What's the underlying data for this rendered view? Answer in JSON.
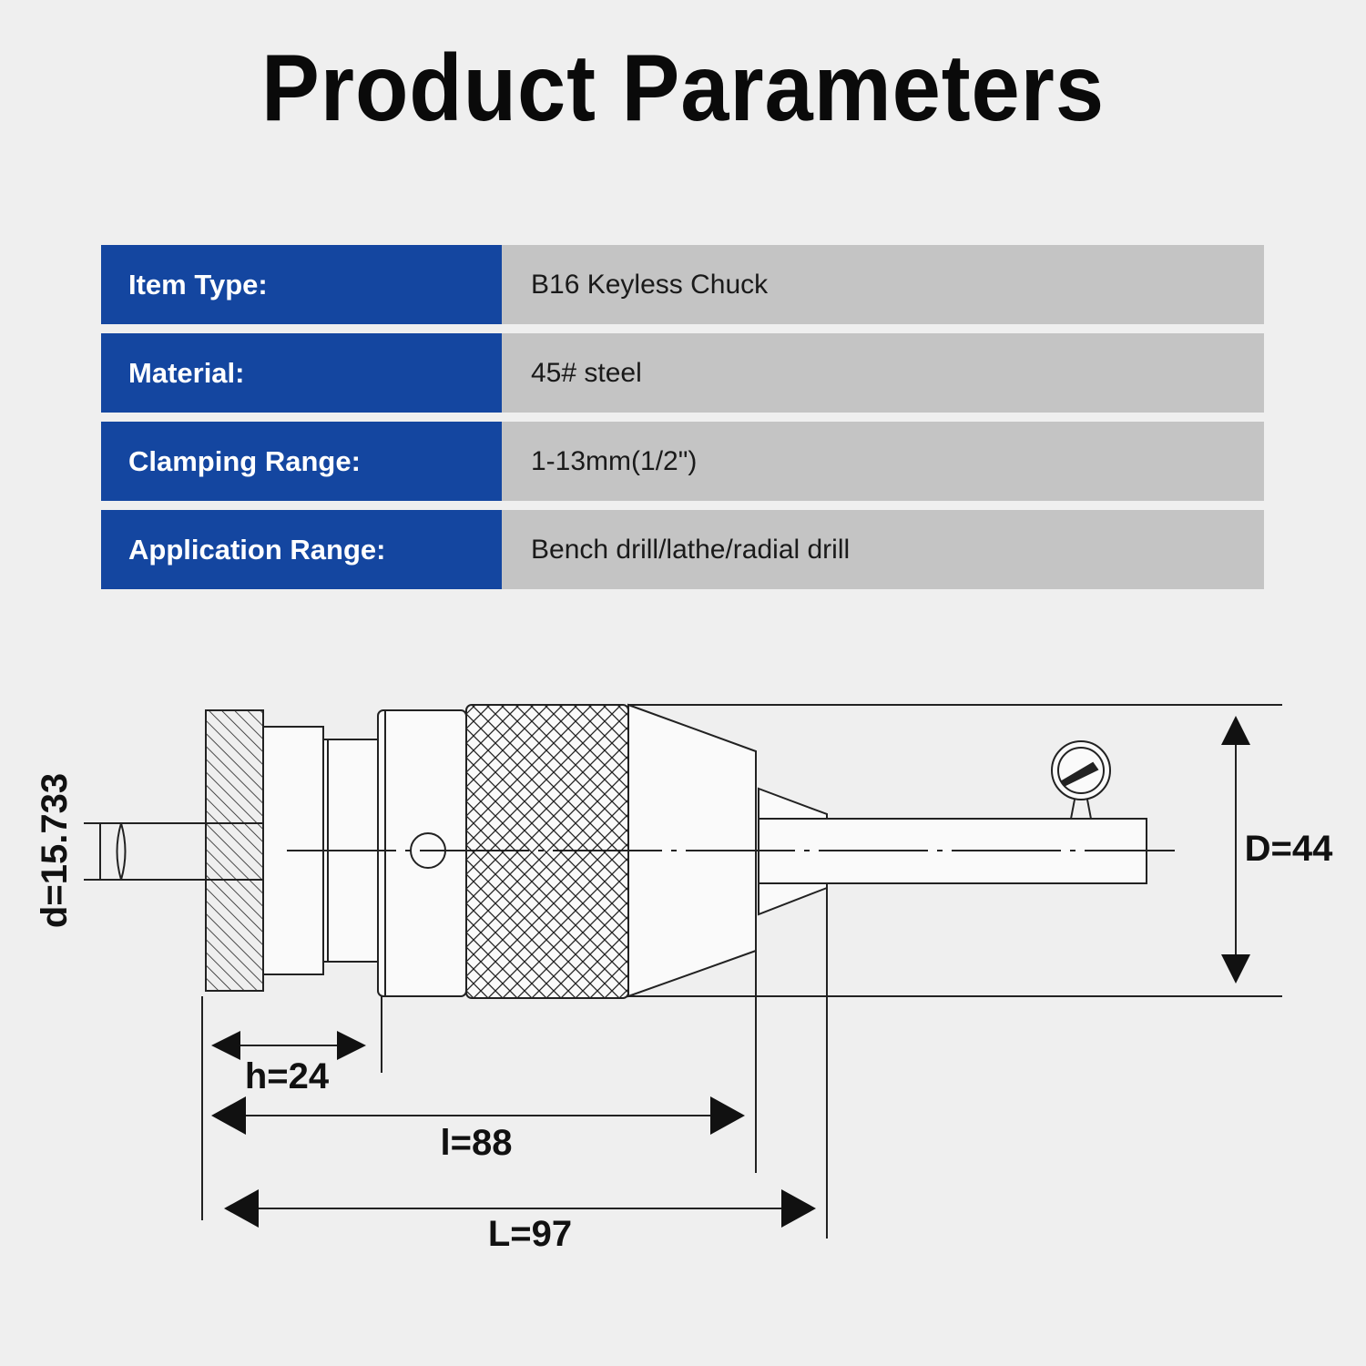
{
  "title": "Product Parameters",
  "parameters": [
    {
      "label": "Item Type:",
      "value": "B16 Keyless Chuck"
    },
    {
      "label": "Material:",
      "value": "45# steel"
    },
    {
      "label": "Clamping Range:",
      "value": "1-13mm(1/2\")"
    },
    {
      "label": "Application Range:",
      "value": "Bench drill/lathe/radial drill"
    }
  ],
  "dimensions": {
    "d": "d=15.733",
    "h": "h=24",
    "l": "l=88",
    "L": "L=97",
    "D": "D=44"
  },
  "colors": {
    "label_bg": "#1446a0",
    "value_bg": "#c4c4c4",
    "background": "#efefef"
  }
}
